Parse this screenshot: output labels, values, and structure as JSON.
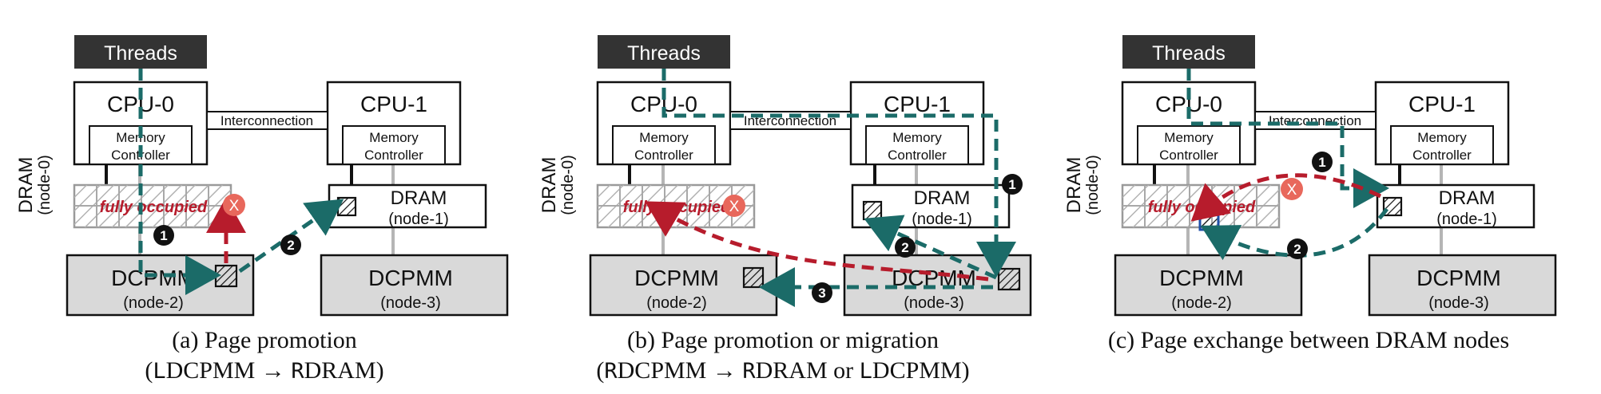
{
  "colors": {
    "threads_bg": "#333333",
    "box_border": "#111111",
    "dcpmm_fill": "#d9d9d9",
    "occupied_hatch": "#b0b0b0",
    "path_teal": "#1b6b68",
    "path_red": "#b71c2c",
    "x_circle": "#e8685c",
    "step_badge": "#111111",
    "exchanged_page": "#1f4fa8"
  },
  "labels": {
    "threads": "Threads",
    "cpu0": "CPU-0",
    "cpu1": "CPU-1",
    "memory_controller": [
      "Memory",
      "Controller"
    ],
    "interconnection": "Interconnection",
    "dram": "DRAM",
    "dram_node0_rotated": "DRAM",
    "node0_rotated": "(node-0)",
    "node1": "(node-1)",
    "dcpmm": "DCPMM",
    "node2": "(node-2)",
    "node3": "(node-3)",
    "fully_occupied": "fully occupied",
    "x_mark": "X",
    "step1": "1",
    "step2": "2",
    "step3": "3"
  },
  "panels": [
    {
      "id": "a",
      "caption_line1": "(a) Page promotion",
      "caption_pre": "(",
      "caption_local": "L",
      "caption_mid1": "DCPMM → ",
      "caption_remote": "R",
      "caption_mid2": "DRAM",
      "caption_or": "",
      "caption_local2": "",
      "caption_end": ")"
    },
    {
      "id": "b",
      "caption_line1": "(b) Page promotion or migration",
      "caption_pre": "(",
      "caption_local": "R",
      "caption_mid1": "DCPMM → ",
      "caption_remote": "R",
      "caption_mid2": "DRAM or ",
      "caption_or": "L",
      "caption_local2": "DCPMM",
      "caption_end": ")"
    },
    {
      "id": "c",
      "caption_line1": "(c) Page exchange between DRAM nodes",
      "caption_pre": "",
      "caption_local": "",
      "caption_mid1": "",
      "caption_remote": "",
      "caption_mid2": "",
      "caption_or": "",
      "caption_local2": "",
      "caption_end": ""
    }
  ]
}
